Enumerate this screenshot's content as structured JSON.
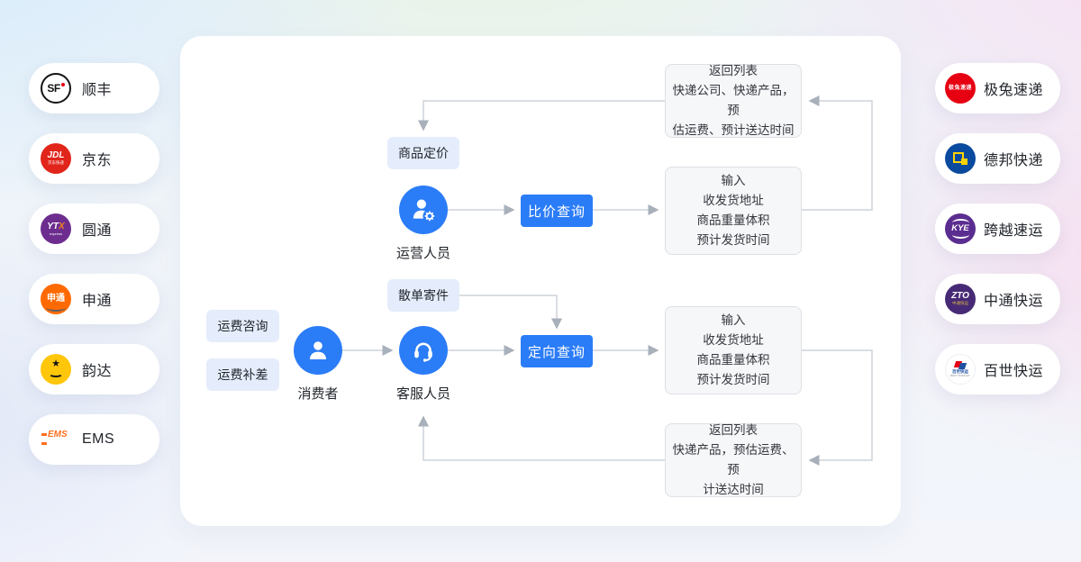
{
  "colors": {
    "accent_blue": "#2b7cf7",
    "tag_bg": "#e5edfc",
    "box_bg": "#f6f7f9",
    "box_border": "#dde0e4",
    "connector": "#cdd3da"
  },
  "left_couriers": [
    {
      "label": "顺丰",
      "logo_text": "SF"
    },
    {
      "label": "京东",
      "logo_text": "JDL",
      "logo_subtext": "京东快递"
    },
    {
      "label": "圆通",
      "logo_text": "YT",
      "logo_text2": "X",
      "logo_subtext": "express"
    },
    {
      "label": "申通",
      "logo_text": "申通"
    },
    {
      "label": "韵达",
      "logo_text": "★"
    },
    {
      "label": "EMS",
      "logo_text": "EMS"
    }
  ],
  "right_couriers": [
    {
      "label": "极兔速递",
      "logo_text": "极兔速递"
    },
    {
      "label": "德邦快递"
    },
    {
      "label": "跨越速运",
      "logo_text": "KYE"
    },
    {
      "label": "中通快运",
      "logo_text": "ZTO",
      "logo_subtext": "中通快运"
    },
    {
      "label": "百世快运",
      "logo_subtext": "百世快运",
      "logo_subtext2": "BEST FREIGHT"
    }
  ],
  "flow": {
    "tags": {
      "product_pricing": "商品定价",
      "casual_shipping": "散单寄件",
      "freight_inquiry": "运费咨询",
      "freight_adjustment": "运费补差"
    },
    "actors": {
      "operator": "运营人员",
      "consumer": "消费者",
      "support": "客服人员"
    },
    "buttons": {
      "compare_query": "比价查询",
      "directed_query": "定向查询"
    },
    "boxes": {
      "return_top": {
        "lines": [
          "返回列表",
          "快递公司、快递产品，预",
          "估运费、预计送达时间"
        ]
      },
      "input_top": {
        "lines": [
          "输入",
          "收发货地址",
          "商品重量体积",
          "预计发货时间"
        ]
      },
      "input_bottom": {
        "lines": [
          "输入",
          "收发货地址",
          "商品重量体积",
          "预计发货时间"
        ]
      },
      "return_bottom": {
        "lines": [
          "返回列表",
          "快递产品，预估运费、预",
          "计送达时间"
        ]
      }
    }
  }
}
